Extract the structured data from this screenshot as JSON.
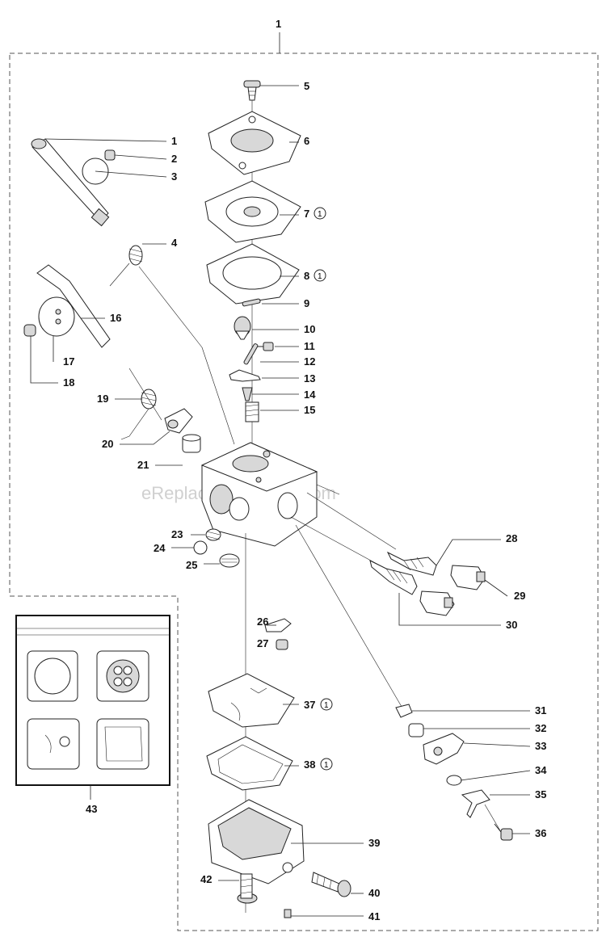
{
  "diagram": {
    "assembly_number": "1",
    "watermark": "eReplacementParts.com",
    "note_marker": "1",
    "kit_label": "43",
    "labels": [
      "1",
      "2",
      "3",
      "4",
      "5",
      "6",
      "7",
      "8",
      "9",
      "10",
      "11",
      "12",
      "13",
      "14",
      "15",
      "16",
      "17",
      "18",
      "19",
      "20",
      "21",
      "23",
      "24",
      "25",
      "26",
      "27",
      "28",
      "29",
      "30",
      "31",
      "32",
      "33",
      "34",
      "35",
      "36",
      "37",
      "38",
      "39",
      "40",
      "41",
      "42"
    ]
  }
}
